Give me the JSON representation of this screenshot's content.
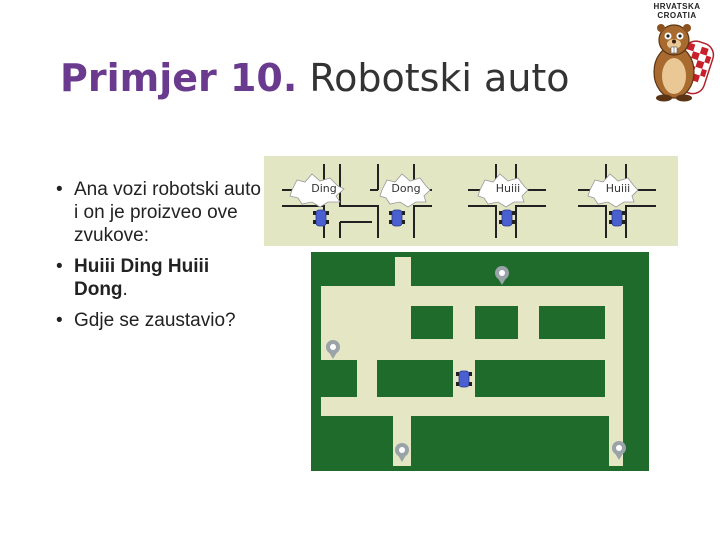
{
  "slide": {
    "title_num": "Primjer 10.",
    "title_rest": " Robotski auto"
  },
  "logo": {
    "line1": "HRVATSKA",
    "line2": "CROATIA"
  },
  "bullets": {
    "b1": "Ana vozi robotski auto i on je proizveo ove zvukove:",
    "b2_bold": "Huiii Ding Huiii Dong",
    "b2_end": ".",
    "b3": "Gdje se zaustavio?"
  },
  "panel": {
    "sounds": [
      "Ding",
      "Dong",
      "Huiii",
      "Huiii"
    ]
  },
  "colors": {
    "accent_title": "#6a3a8e",
    "maze_wall": "#1e6b2c",
    "maze_path": "#e4e6c4",
    "car": "#4a5fd0",
    "marker": "#9aa3a8"
  }
}
